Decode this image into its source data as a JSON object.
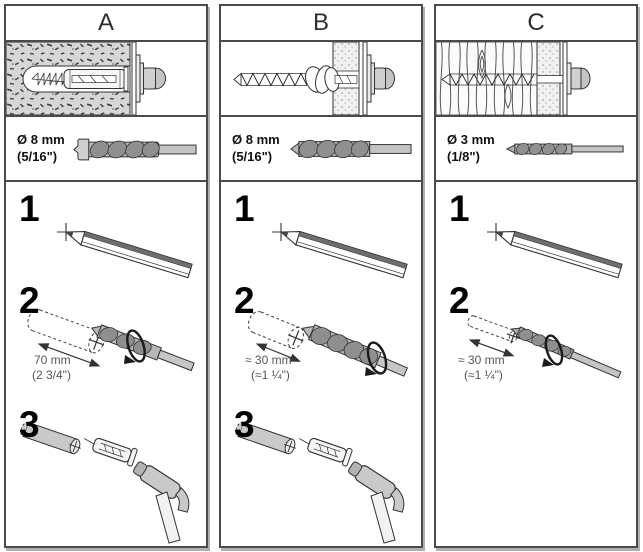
{
  "colors": {
    "border": "#4a4a4a",
    "metal_gray": "#b7b7b7",
    "concrete_gray": "#d6d6d6",
    "text": "#111111",
    "measure_text": "#565656"
  },
  "panels": [
    {
      "title": "A",
      "wall": "concrete",
      "drill_size": "Ø 8 mm",
      "drill_size_alt": "(5/16\")",
      "step_numbers": [
        "1",
        "2",
        "3"
      ],
      "hole_depth": "70 mm",
      "hole_depth_alt": "(2 3/4\")"
    },
    {
      "title": "B",
      "wall": "hollow-wall",
      "drill_size": "Ø 8 mm",
      "drill_size_alt": "(5/16\")",
      "step_numbers": [
        "1",
        "2",
        "3"
      ],
      "hole_depth": "≈ 30 mm",
      "hole_depth_alt": "(≈1 ¼\")"
    },
    {
      "title": "C",
      "wall": "wood",
      "drill_size": "Ø 3 mm",
      "drill_size_alt": "(1/8\")",
      "step_numbers": [
        "1",
        "2"
      ],
      "hole_depth": "≈ 30 mm",
      "hole_depth_alt": "(≈1 ¼\")"
    }
  ]
}
